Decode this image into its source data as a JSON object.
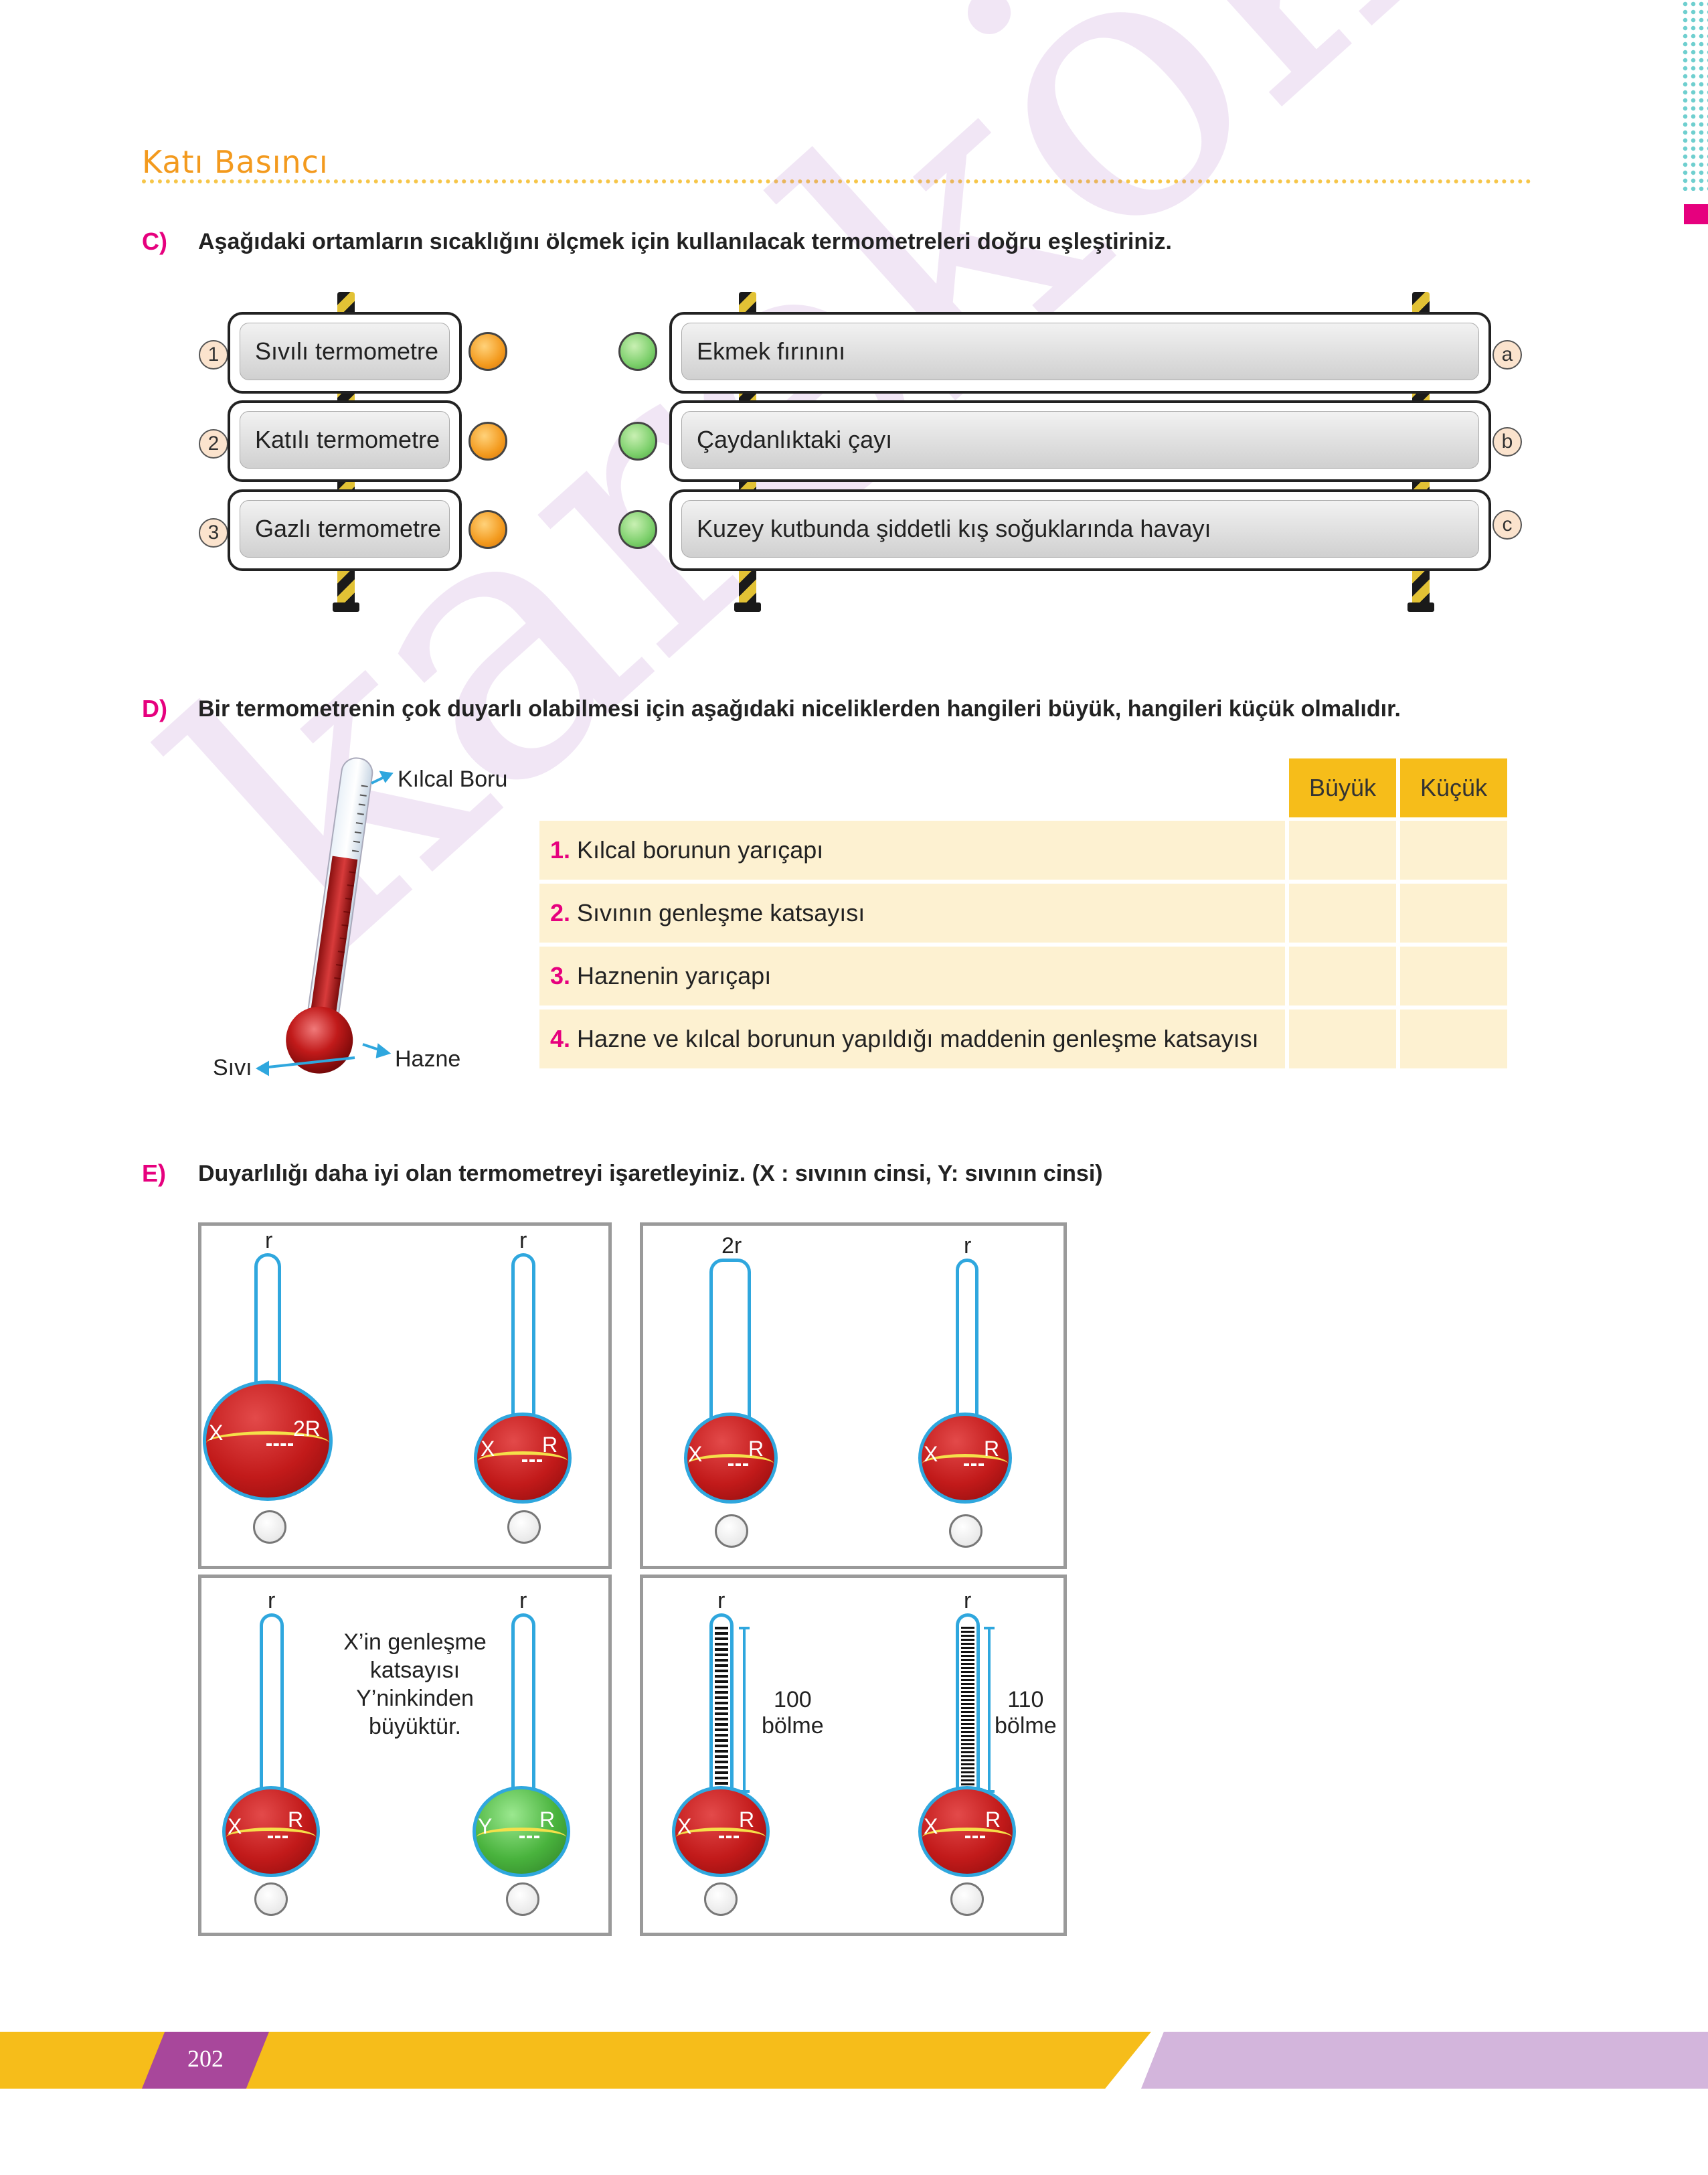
{
  "header": {
    "section_title": "Katı Basıncı"
  },
  "watermark": "karekök",
  "question_c": {
    "letter": "C)",
    "text": "Aşağıdaki ortamların sıcaklığını ölçmek için kullanılacak termometreleri doğru eşleştiriniz.",
    "left_items": [
      {
        "num": "1",
        "label": "Sıvılı termometre"
      },
      {
        "num": "2",
        "label": "Katılı termometre"
      },
      {
        "num": "3",
        "label": "Gazlı termometre"
      }
    ],
    "right_items": [
      {
        "letter": "a",
        "label": "Ekmek fırınını"
      },
      {
        "letter": "b",
        "label": "Çaydanlıktaki çayı"
      },
      {
        "letter": "c",
        "label": "Kuzey kutbunda şiddetli kış soğuklarında havayı"
      }
    ]
  },
  "question_d": {
    "letter": "D)",
    "text": "Bir termometrenin çok duyarlı olabilmesi için aşağıdaki niceliklerden hangileri büyük, hangileri küçük olmalıdır.",
    "diagram_labels": {
      "capillary": "Kılcal Boru",
      "liquid": "Sıvı",
      "reservoir": "Hazne"
    },
    "table": {
      "headers": [
        "Büyük",
        "Küçük"
      ],
      "rows": [
        {
          "num": "1.",
          "text": "Kılcal borunun yarıçapı"
        },
        {
          "num": "2.",
          "text": "Sıvının genleşme katsayısı"
        },
        {
          "num": "3.",
          "text": "Haznenin yarıçapı"
        },
        {
          "num": "4.",
          "text": "Hazne ve kılcal borunun yapıldığı maddenin genleşme katsayısı"
        }
      ]
    }
  },
  "question_e": {
    "letter": "E)",
    "text": "Duyarlılığı daha iyi olan termometreyi işaretleyiniz. (X : sıvının cinsi, Y: sıvının cinsi)",
    "panel1": {
      "left": {
        "r": "r",
        "liquid": "X",
        "R": "2R"
      },
      "right": {
        "r": "r",
        "liquid": "X",
        "R": "R"
      }
    },
    "panel2": {
      "left": {
        "r": "2r",
        "liquid": "X",
        "R": "R"
      },
      "right": {
        "r": "r",
        "liquid": "X",
        "R": "R"
      }
    },
    "panel3": {
      "left": {
        "r": "r",
        "liquid": "X",
        "R": "R"
      },
      "right": {
        "r": "r",
        "liquid": "Y",
        "R": "R"
      },
      "note": [
        "X’in genleşme",
        "katsayısı",
        "Y’ninkinden",
        "büyüktür."
      ]
    },
    "panel4": {
      "left": {
        "r": "r",
        "liquid": "X",
        "R": "R",
        "count": "100",
        "unit": "bölme"
      },
      "right": {
        "r": "r",
        "liquid": "X",
        "R": "R",
        "count": "110",
        "unit": "bölme"
      }
    }
  },
  "footer": {
    "page_number": "202"
  }
}
